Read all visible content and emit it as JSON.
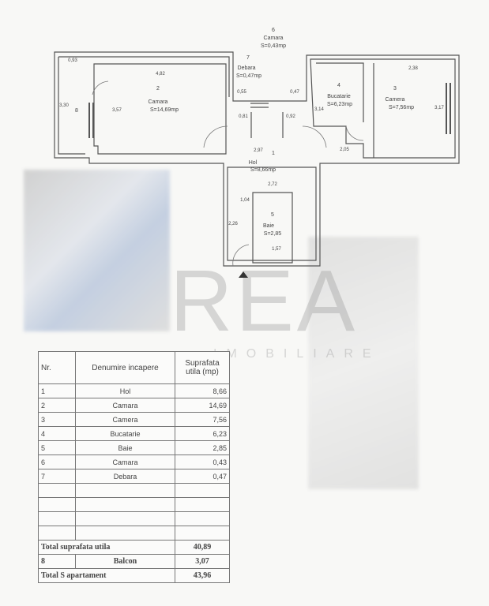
{
  "plan": {
    "rooms": {
      "r6": {
        "num": "6",
        "name": "Camara",
        "area": "S=0,43mp"
      },
      "r7": {
        "num": "7",
        "name": "Debara",
        "area": "S=0,47mp"
      },
      "r2": {
        "num": "2",
        "name": "Camara",
        "area": "S=14,69mp"
      },
      "r4": {
        "num": "4",
        "name": "Bucatarie",
        "area": "S=6,23mp"
      },
      "r3": {
        "num": "3",
        "name": "Camera",
        "area": "S=7,56mp"
      },
      "r1": {
        "num": "1",
        "name": "Hol",
        "area": "S=8,66mp"
      },
      "r5": {
        "num": "5",
        "name": "Baie",
        "area": "S=2,85"
      },
      "r8": {
        "num": "8"
      }
    },
    "dims": {
      "d1": "0,93",
      "d2": "4,82",
      "d3": "2,38",
      "d4": "3,57",
      "d5": "3,17",
      "d6": "3,30",
      "d7": "0,81",
      "d8": "0,92",
      "d9": "2,05",
      "d10": "2,72",
      "d11": "1,04",
      "d12": "1,57",
      "d13": "2,97",
      "d14": "3,14",
      "d15": "0,47",
      "d16": "0,55",
      "d17": "2,26"
    }
  },
  "watermark": {
    "logo": "REA",
    "sub": "IMOBILIARE"
  },
  "table": {
    "headers": {
      "nr": "Nr.",
      "name": "Denumire incapere",
      "area": "Suprafata utila (mp)"
    },
    "rows": [
      {
        "nr": "1",
        "name": "Hol",
        "area": "8,66"
      },
      {
        "nr": "2",
        "name": "Camara",
        "area": "14,69"
      },
      {
        "nr": "3",
        "name": "Camera",
        "area": "7,56"
      },
      {
        "nr": "4",
        "name": "Bucatarie",
        "area": "6,23"
      },
      {
        "nr": "5",
        "name": "Baie",
        "area": "2,85"
      },
      {
        "nr": "6",
        "name": "Camara",
        "area": "0,43"
      },
      {
        "nr": "7",
        "name": "Debara",
        "area": "0,47"
      }
    ],
    "total_util_label": "Total suprafata utila",
    "total_util": "40,89",
    "balcon_nr": "8",
    "balcon_label": "Balcon",
    "balcon": "3,07",
    "total_label": "Total S apartament",
    "total": "43,96"
  }
}
